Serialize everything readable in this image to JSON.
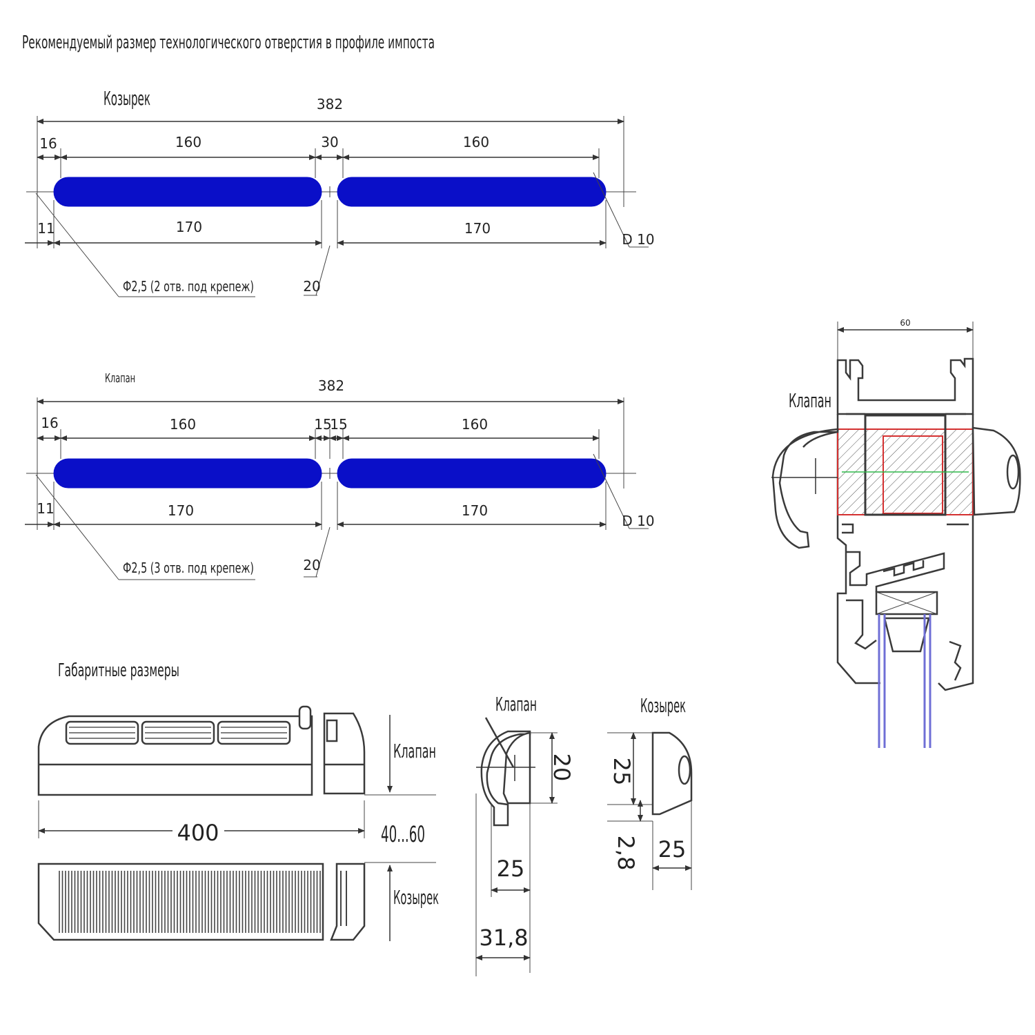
{
  "title": "Рекомендуемый размер технологического отверстия в профиле импоста",
  "slot_color": "#0a0fc8",
  "drawing1": {
    "label": "Козырек",
    "total": "382",
    "top_dims": [
      "16",
      "160",
      "30",
      "160"
    ],
    "bottom_dims": [
      "11",
      "170",
      "170"
    ],
    "slot_dia": "D 10",
    "gap": "20",
    "holes_note": "Ф2,5 (2 отв. под крепеж)"
  },
  "drawing2": {
    "label": "Клапан",
    "total": "382",
    "top_dims": [
      "16",
      "160",
      "15",
      "15",
      "160"
    ],
    "bottom_dims": [
      "11",
      "170",
      "170"
    ],
    "slot_dia": "D 10",
    "gap": "20",
    "holes_note": "Ф2,5 (3 отв. под крепеж)"
  },
  "section": {
    "label": "Клапан",
    "width": "60",
    "hatch_color": "#d43030",
    "axis_color": "#2fb84a",
    "glass_color": "#6f6fd6"
  },
  "overall": {
    "title": "Габаритные размеры",
    "length": "400",
    "gap": "40...60",
    "valve_label": "Клапан",
    "visor_label": "Козырек"
  },
  "profile_valve": {
    "label": "Клапан",
    "height": "20",
    "depth": "25",
    "total_depth": "31,8"
  },
  "profile_visor": {
    "label": "Козырек",
    "height": "25",
    "step": "2,8",
    "depth": "25"
  }
}
